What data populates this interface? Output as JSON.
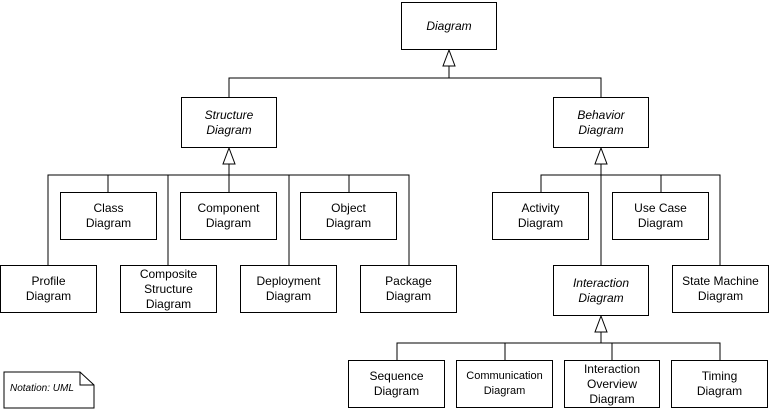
{
  "nodes": {
    "diagram": "Diagram",
    "structure": "Structure\nDiagram",
    "behavior": "Behavior\nDiagram",
    "class": "Class\nDiagram",
    "component": "Component\nDiagram",
    "object": "Object\nDiagram",
    "profile": "Profile\nDiagram",
    "composite": "Composite\nStructure\nDiagram",
    "deployment": "Deployment\nDiagram",
    "package": "Package\nDiagram",
    "activity": "Activity\nDiagram",
    "usecase": "Use Case\nDiagram",
    "interaction": "Interaction\nDiagram",
    "statemachine": "State Machine\nDiagram",
    "sequence": "Sequence\nDiagram",
    "communication": "Communication\nDiagram",
    "interactionoverview": "Interaction\nOverview\nDiagram",
    "timing": "Timing\nDiagram"
  },
  "note": "Notation: UML"
}
